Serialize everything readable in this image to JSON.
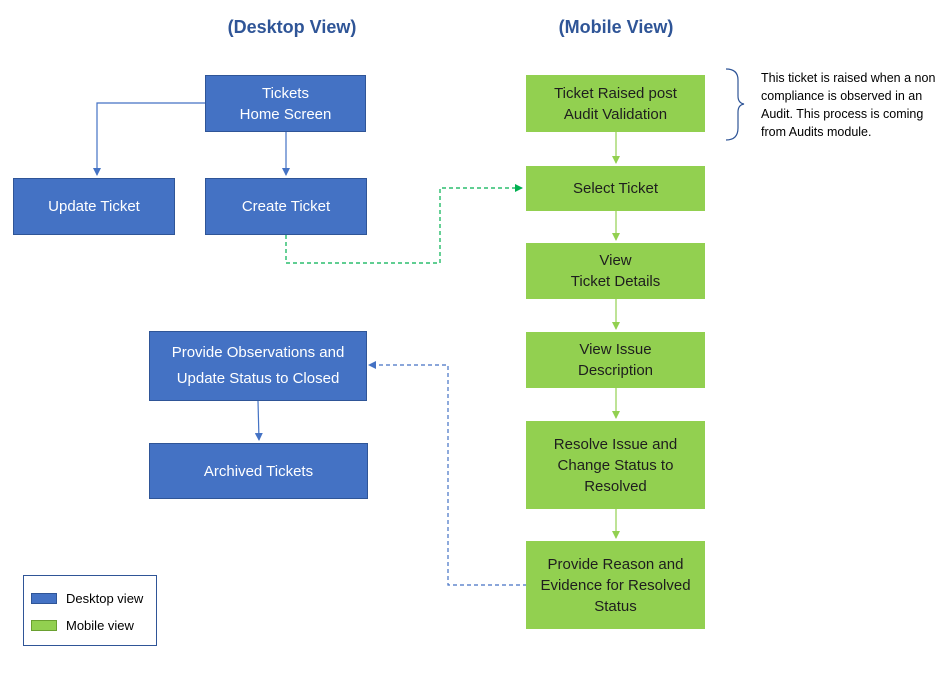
{
  "headings": {
    "desktop": "(Desktop View)",
    "mobile": "(Mobile View)"
  },
  "colors": {
    "desktop": "#4472c4",
    "mobile": "#92d050",
    "heading": "#2f5597"
  },
  "desktop_nodes": {
    "home": "Tickets\nHome Screen",
    "update": "Update Ticket",
    "create": "Create Ticket",
    "observations": "Provide Observations and\nUpdate Status to Closed",
    "archived": "Archived Tickets"
  },
  "mobile_nodes": {
    "raised": "Ticket Raised post\nAudit Validation",
    "select": "Select Ticket",
    "view_details": "View\nTicket Details",
    "view_issue": "View Issue\nDescription",
    "resolve": "Resolve Issue and\nChange Status to\nResolved",
    "reason": "Provide Reason and\nEvidence for Resolved\nStatus"
  },
  "note": "This ticket is raised when a non compliance is observed in an Audit. This process is coming from Audits module.",
  "legend": {
    "desktop": "Desktop view",
    "mobile": "Mobile view"
  }
}
